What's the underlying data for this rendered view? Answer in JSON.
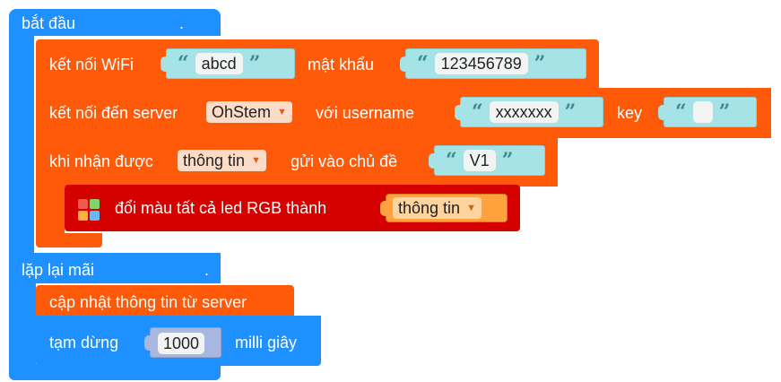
{
  "start_block": {
    "label": "bắt đầu",
    "dot": "."
  },
  "wifi_block": {
    "label": "kết nối WiFi",
    "ssid": "abcd",
    "password_label": "mật khẩu",
    "password": "123456789"
  },
  "server_block": {
    "label": "kết nối đến server",
    "server": "OhStem",
    "username_label": "với username",
    "username": "xxxxxxx",
    "key_label": "key",
    "key": ""
  },
  "receive_block": {
    "label": "khi nhận được",
    "variable": "thông tin",
    "topic_label": "gửi vào chủ đề",
    "topic": "V1"
  },
  "led_block": {
    "label": "đổi màu tất cả led RGB thành",
    "variable": "thông tin"
  },
  "loop_block": {
    "label": "lặp lại mãi",
    "dot": "."
  },
  "update_block": {
    "label": "cập nhật thông tin từ server"
  },
  "sleep_block": {
    "label": "tạm dừng",
    "value": "1000",
    "unit_label": "milli giây"
  },
  "colors": {
    "event_blue": "#1e90ff",
    "iot_orange": "#fe5a0a",
    "led_red": "#d50000",
    "string_teal": "#a5e3e6",
    "number_lav": "#a8b7e0",
    "variable_orange": "#ffa23e"
  },
  "icons": {
    "quote": "quote-icon",
    "rgb": "rgb-led-icon",
    "dropdown": "dropdown-arrow-icon"
  }
}
